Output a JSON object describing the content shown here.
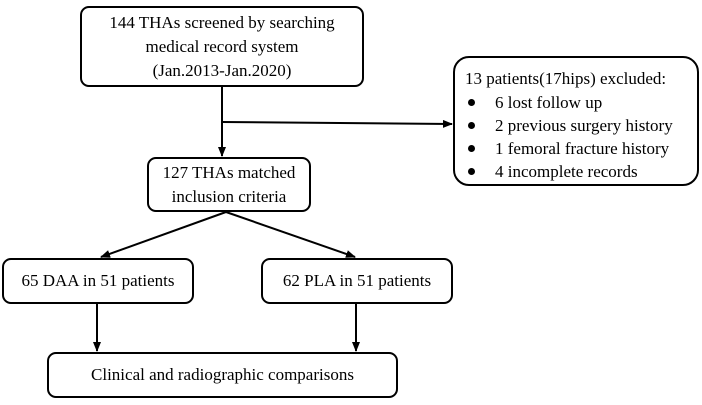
{
  "flowchart": {
    "screened": {
      "lines": [
        "144 THAs screened by searching",
        "medical record system",
        "(Jan.2013-Jan.2020)"
      ]
    },
    "excluded": {
      "heading": "13 patients(17hips) excluded:",
      "items": [
        "6 lost follow up",
        "2 previous surgery history",
        "1 femoral fracture history",
        "4 incomplete records"
      ]
    },
    "matched": {
      "lines": [
        "127 THAs matched",
        "inclusion criteria"
      ]
    },
    "daa": {
      "label": "65 DAA in 51 patients"
    },
    "pla": {
      "label": "62 PLA in 51 patients"
    },
    "comparisons": {
      "label": "Clinical and radiographic comparisons"
    }
  },
  "colors": {
    "stroke": "#000000",
    "background": "#ffffff",
    "text": "#000000"
  }
}
